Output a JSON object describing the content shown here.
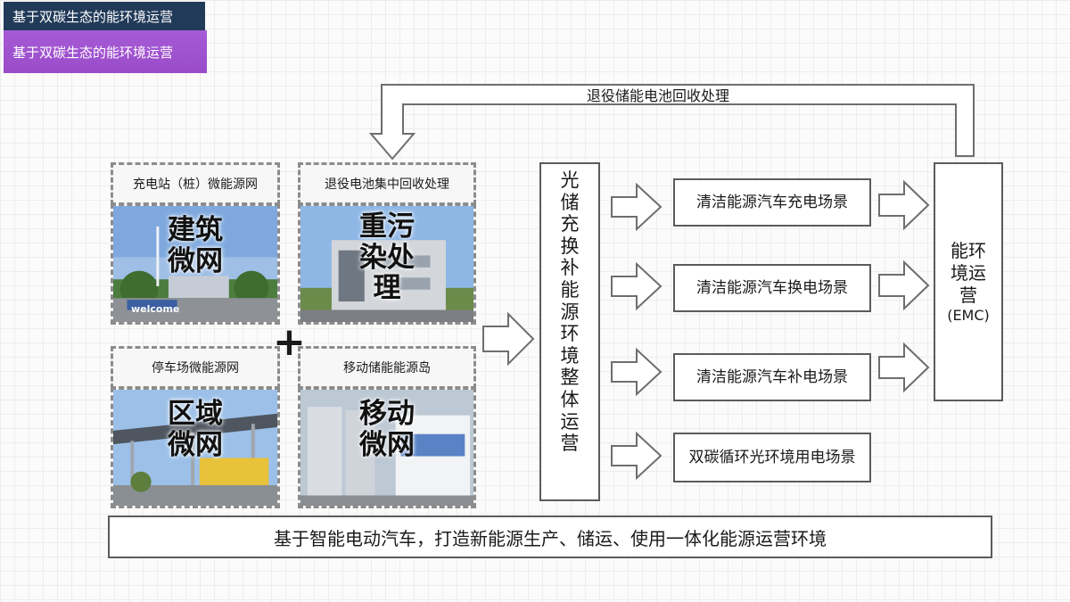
{
  "header": {
    "tab_title": "基于双碳生态的能环境运营",
    "banner_title": "基于双碳生态的能环境运营"
  },
  "feedback_label": "退役储能电池回收处理",
  "microgrids": [
    {
      "label": "充电站（桩）微能源网",
      "caption": "建筑\n微网"
    },
    {
      "label": "退役电池集中回收处理",
      "caption": "重污\n染处\n理"
    },
    {
      "label": "停车场微能源网",
      "caption": "区域\n微网"
    },
    {
      "label": "移动储能能源岛",
      "caption": "移动\n微网"
    }
  ],
  "plus_sign": "+",
  "photo_text": {
    "welcome": "welcome"
  },
  "core_column": "光储充换补能源环境整体运营",
  "scenes": [
    "清洁能源汽车充电场景",
    "清洁能源汽车换电场景",
    "清洁能源汽车补电场景",
    "双碳循环光环境用电场景"
  ],
  "emc": {
    "title": "能环\n境运\n营",
    "subtitle": "(EMC)"
  },
  "bottom_banner": "基于智能电动汽车，打造新能源生产、储运、使用一体化能源运营环境",
  "colors": {
    "header_dark": "#213a58",
    "header_purple": "#a65ad6",
    "border": "#5b5b5b"
  }
}
